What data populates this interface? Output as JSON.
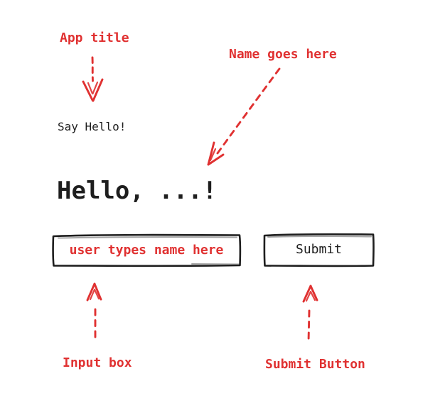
{
  "colors": {
    "background": "#ffffff",
    "ink": "#1e1e1e",
    "accent": "#e03131"
  },
  "annotations": {
    "app_title": {
      "label": "App title"
    },
    "name_goes_here": {
      "label": "Name goes here"
    },
    "input_box": {
      "label": "Input box"
    },
    "submit_button": {
      "label": "Submit Button"
    }
  },
  "app": {
    "title": "Say Hello!",
    "greeting": "Hello, ...!",
    "input_value": "user types name here",
    "submit_label": "Submit"
  },
  "icons": {
    "app_title_arrow": "dashed-arrow-down",
    "name_arrow": "dashed-arrow-down-left",
    "input_arrow": "dashed-arrow-up",
    "submit_arrow": "dashed-arrow-up"
  }
}
